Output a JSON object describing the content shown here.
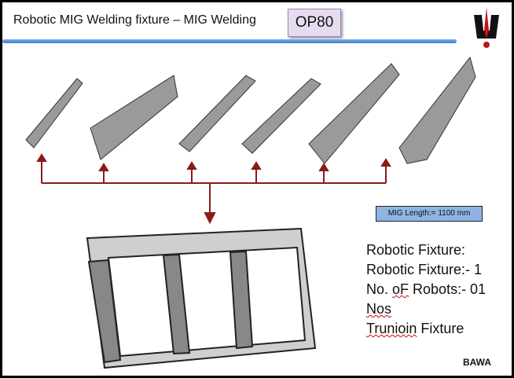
{
  "header": {
    "title": "Robotic MIG Welding  fixture – MIG Welding",
    "op_badge": "OP80"
  },
  "mig_length": "MIG Length:= 1100 mm",
  "info": {
    "line1": "Robotic Fixture:",
    "line2": "Robotic Fixture:- 1",
    "line3a": "No. ",
    "line3b": "oF",
    "line3c": " Robots:- 01",
    "line4": "Nos",
    "line5a": "Trunioin",
    "line5b": " Fixture"
  },
  "footer": "BAWA",
  "colors": {
    "arrow": "#8b1a1a",
    "accent": "#3a7bd5",
    "badge": "#e6dcf0"
  }
}
